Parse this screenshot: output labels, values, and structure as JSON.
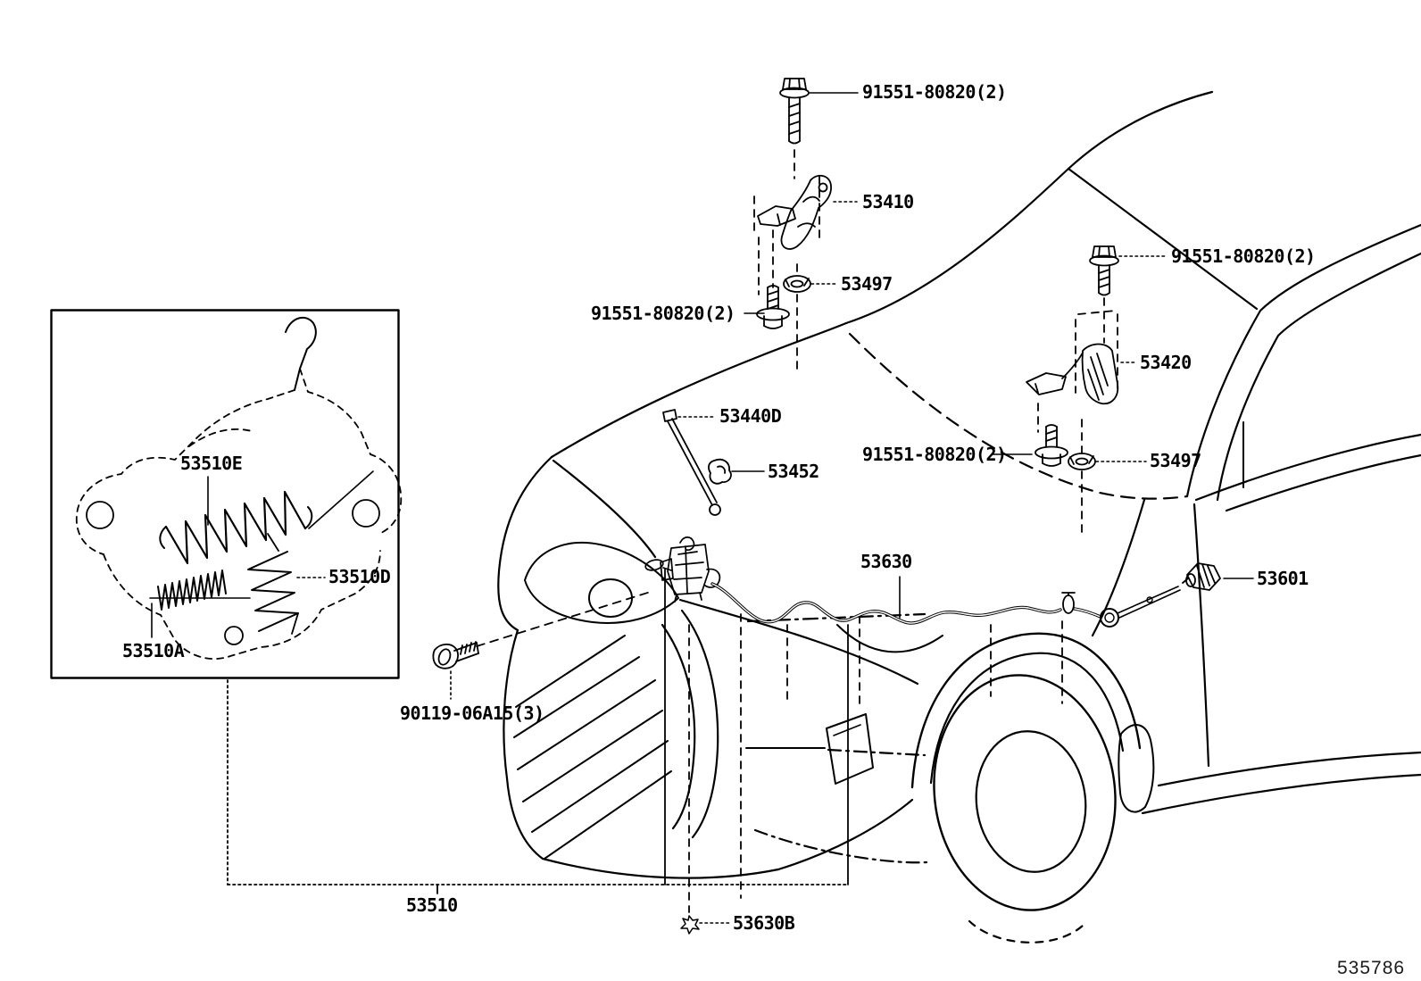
{
  "doc": {
    "diagram_number": "535786"
  },
  "colors": {
    "line": "#000000",
    "background": "#ffffff"
  },
  "labels": [
    {
      "id": "bolt-top",
      "text": "91551-80820(2)"
    },
    {
      "id": "hinge-left",
      "text": "53410"
    },
    {
      "id": "washer-left",
      "text": "53497"
    },
    {
      "id": "bolt-left",
      "text": "91551-80820(2)"
    },
    {
      "id": "support-rod",
      "text": "53440D"
    },
    {
      "id": "rod-clip",
      "text": "53452"
    },
    {
      "id": "bolt-right-top",
      "text": "91551-80820(2)"
    },
    {
      "id": "hinge-right",
      "text": "53420"
    },
    {
      "id": "bolt-right-bottom",
      "text": "91551-80820(2)"
    },
    {
      "id": "washer-right",
      "text": "53497"
    },
    {
      "id": "release-cable",
      "text": "53630"
    },
    {
      "id": "lock-cylinder",
      "text": "53601"
    },
    {
      "id": "bolt-latch",
      "text": "90119-06A15(3)"
    },
    {
      "id": "spring-e",
      "text": "53510E"
    },
    {
      "id": "spring-d",
      "text": "53510D"
    },
    {
      "id": "spring-a",
      "text": "53510A"
    },
    {
      "id": "hood-lock",
      "text": "53510"
    },
    {
      "id": "cable-clip",
      "text": "53630B"
    }
  ]
}
